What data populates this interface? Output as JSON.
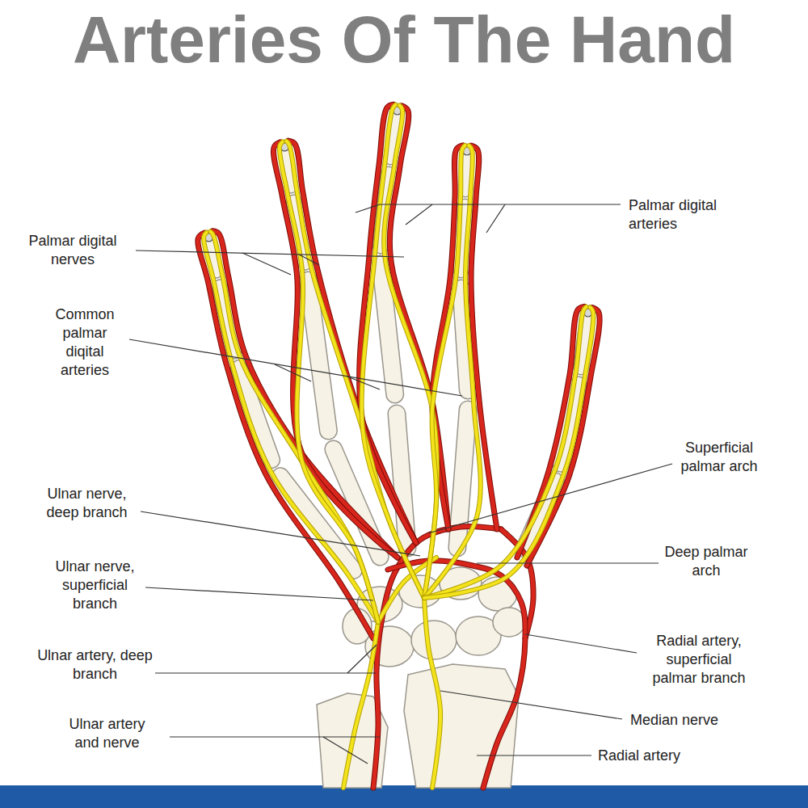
{
  "diagram": {
    "title": "Arteries Of The Hand",
    "labels": [
      "Palmar digital arteries",
      "Palmar digital nerves",
      "Common palmar diqital arteries",
      "Superficial palmar arch",
      "Ulnar nerve, deep branch",
      "Deep palmar arch",
      "Ulnar nerve, superficial branch",
      "Radial artery, superficial palmar branch",
      "Ulnar artery, deep branch",
      "Median nerve",
      "Ulnar artery and nerve",
      "Radial artery"
    ]
  }
}
